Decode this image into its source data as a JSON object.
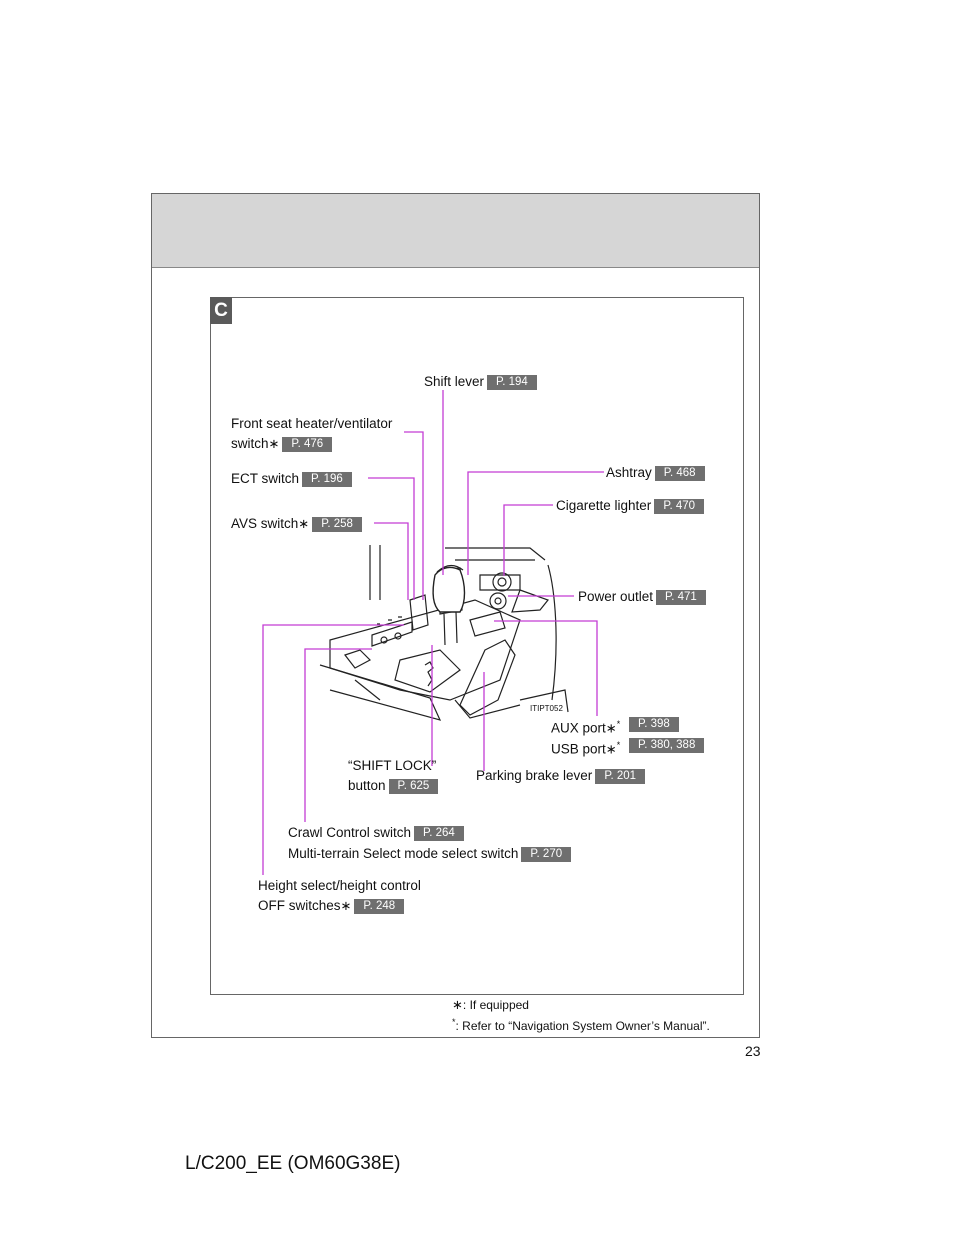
{
  "section": {
    "letter": "C"
  },
  "callouts": {
    "shift_lever": {
      "label": "Shift lever",
      "page": "P. 194"
    },
    "front_seat_heater": {
      "label_line1": "Front seat heater/ventilator",
      "label_line2": "switch",
      "page": "P. 476"
    },
    "ect_switch": {
      "label": "ECT switch",
      "page": "P. 196"
    },
    "avs_switch": {
      "label": "AVS switch",
      "page": "P. 258"
    },
    "ashtray": {
      "label": "Ashtray",
      "page": "P. 468"
    },
    "cigarette_lighter": {
      "label": "Cigarette lighter",
      "page": "P. 470"
    },
    "power_outlet": {
      "label": "Power outlet",
      "page": "P. 471"
    },
    "aux_port": {
      "label": "AUX port",
      "page": "P. 398"
    },
    "usb_port": {
      "label": "USB port",
      "page": "P. 380, 388"
    },
    "shift_lock": {
      "label_line1": "“SHIFT LOCK”",
      "label_line2": "button",
      "page": "P. 625"
    },
    "parking_brake": {
      "label": "Parking brake lever",
      "page": "P. 201"
    },
    "crawl_control": {
      "label": "Crawl Control switch",
      "page": "P. 264"
    },
    "multi_terrain": {
      "label": "Multi-terrain Select mode select switch",
      "page": "P. 270"
    },
    "height_select": {
      "label_line1": "Height select/height control",
      "label_line2": "OFF switches",
      "page": "P. 248"
    }
  },
  "symbols": {
    "if_equipped": "∗",
    "see_nav_manual": "*"
  },
  "illustration": {
    "code": "ITIPT052"
  },
  "footnotes": {
    "if_equipped": ": If equipped",
    "nav_manual": ": Refer to “Navigation System Owner’s Manual”."
  },
  "page_number": "23",
  "document_code": "L/C200_EE (OM60G38E)",
  "colors": {
    "leader_line": "#c43cd4",
    "page_ref_bg": "#6f6f6f",
    "header_band": "#d6d6d6",
    "badge": "#5a5a5a"
  }
}
